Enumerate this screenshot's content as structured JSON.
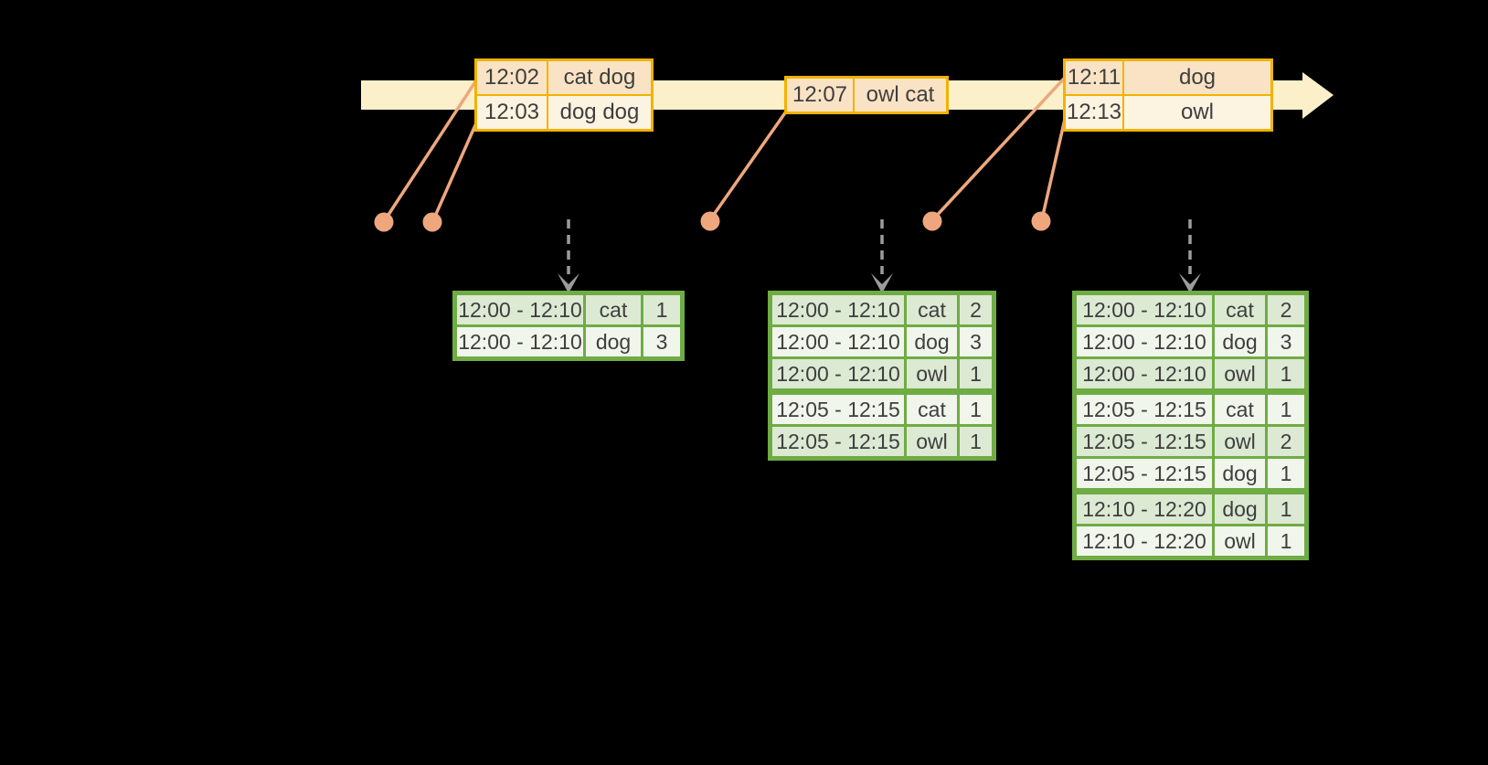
{
  "diagram": {
    "title": "windowed-grouped-aggregation-over-event-time",
    "timeline": {
      "shape": "right-arrow",
      "color": "#FBF0CA"
    },
    "event_tables": [
      {
        "id": "input-batch-1",
        "rows": [
          {
            "time": "12:02",
            "words": "cat dog"
          },
          {
            "time": "12:03",
            "words": "dog dog"
          }
        ]
      },
      {
        "id": "input-batch-2",
        "rows": [
          {
            "time": "12:07",
            "words": "owl cat"
          }
        ]
      },
      {
        "id": "input-batch-3",
        "rows": [
          {
            "time": "12:11",
            "words": "dog"
          },
          {
            "time": "12:13",
            "words": "owl"
          }
        ]
      }
    ],
    "event_dots": {
      "count": 5,
      "color": "#EEA77D"
    },
    "trigger_arrows": {
      "count": 3,
      "color": "#9C9C9C",
      "style": "dashed"
    },
    "result_tables": [
      {
        "id": "result-table-1",
        "rows": [
          {
            "window": "12:00 - 12:10",
            "word": "cat",
            "count": "1"
          },
          {
            "window": "12:00 - 12:10",
            "word": "dog",
            "count": "3"
          }
        ]
      },
      {
        "id": "result-table-2",
        "rows": [
          {
            "window": "12:00 - 12:10",
            "word": "cat",
            "count": "2"
          },
          {
            "window": "12:00 - 12:10",
            "word": "dog",
            "count": "3"
          },
          {
            "window": "12:00 - 12:10",
            "word": "owl",
            "count": "1"
          },
          {
            "window": "12:05 - 12:15",
            "word": "cat",
            "count": "1"
          },
          {
            "window": "12:05 - 12:15",
            "word": "owl",
            "count": "1"
          }
        ]
      },
      {
        "id": "result-table-3",
        "rows": [
          {
            "window": "12:00 - 12:10",
            "word": "cat",
            "count": "2"
          },
          {
            "window": "12:00 - 12:10",
            "word": "dog",
            "count": "3"
          },
          {
            "window": "12:00 - 12:10",
            "word": "owl",
            "count": "1"
          },
          {
            "window": "12:05 - 12:15",
            "word": "cat",
            "count": "1"
          },
          {
            "window": "12:05 - 12:15",
            "word": "owl",
            "count": "2"
          },
          {
            "window": "12:05 - 12:15",
            "word": "dog",
            "count": "1"
          },
          {
            "window": "12:10 - 12:20",
            "word": "dog",
            "count": "1"
          },
          {
            "window": "12:10 - 12:20",
            "word": "owl",
            "count": "1"
          }
        ]
      }
    ],
    "colors": {
      "background": "#000000",
      "timeline_band": "#FBF0CA",
      "event_border": "#F2B200",
      "event_fill_dark": "#FAE3C5",
      "event_fill_light": "#FDF3E1",
      "connector": "#EEA77D",
      "result_border": "#6FAC44",
      "result_fill_dark": "#DCE9D3",
      "result_fill_light": "#F1F6EC",
      "trigger_arrow": "#9C9C9C",
      "text": "#3e3e3e"
    }
  }
}
